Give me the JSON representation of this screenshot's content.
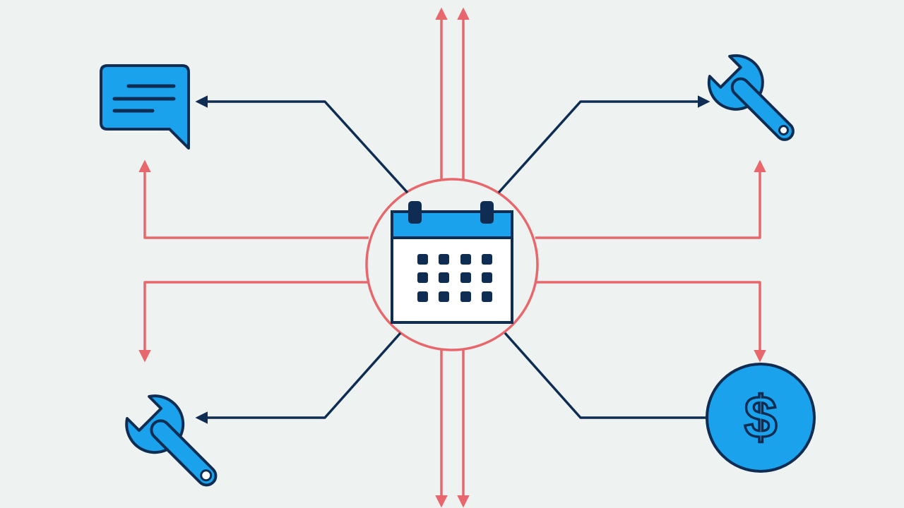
{
  "diagram": {
    "center_node": {
      "icon": "calendar-icon"
    },
    "nodes": [
      {
        "id": "top-left",
        "icon": "chat-bubble-icon"
      },
      {
        "id": "top-right",
        "icon": "wrench-icon"
      },
      {
        "id": "bottom-left",
        "icon": "wrench-icon"
      },
      {
        "id": "bottom-right",
        "icon": "dollar-coin-icon",
        "symbol": "$"
      }
    ]
  },
  "colors": {
    "background": "#eef2f1",
    "accent_red": "#e8676c",
    "navy": "#0f2d52",
    "icon_blue": "#1aa3ec",
    "white": "#ffffff"
  }
}
